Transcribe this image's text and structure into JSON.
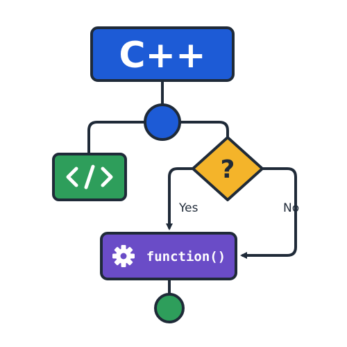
{
  "diagram": {
    "title_box": {
      "label": "C++",
      "fill": "#1d5bd6"
    },
    "junction": {
      "fill": "#1d5bd6"
    },
    "code_box": {
      "fill": "#2e9e5b",
      "icon": "code-brackets-icon"
    },
    "decision": {
      "label": "?",
      "fill": "#f4b42a"
    },
    "branch_yes": {
      "label": "Yes"
    },
    "branch_no": {
      "label": "No"
    },
    "function_box": {
      "label": "function()",
      "fill": "#6a4cc7",
      "icon": "gear-icon"
    },
    "end_node": {
      "fill": "#2e9e5b"
    },
    "colors": {
      "stroke": "#1f2a38"
    }
  }
}
